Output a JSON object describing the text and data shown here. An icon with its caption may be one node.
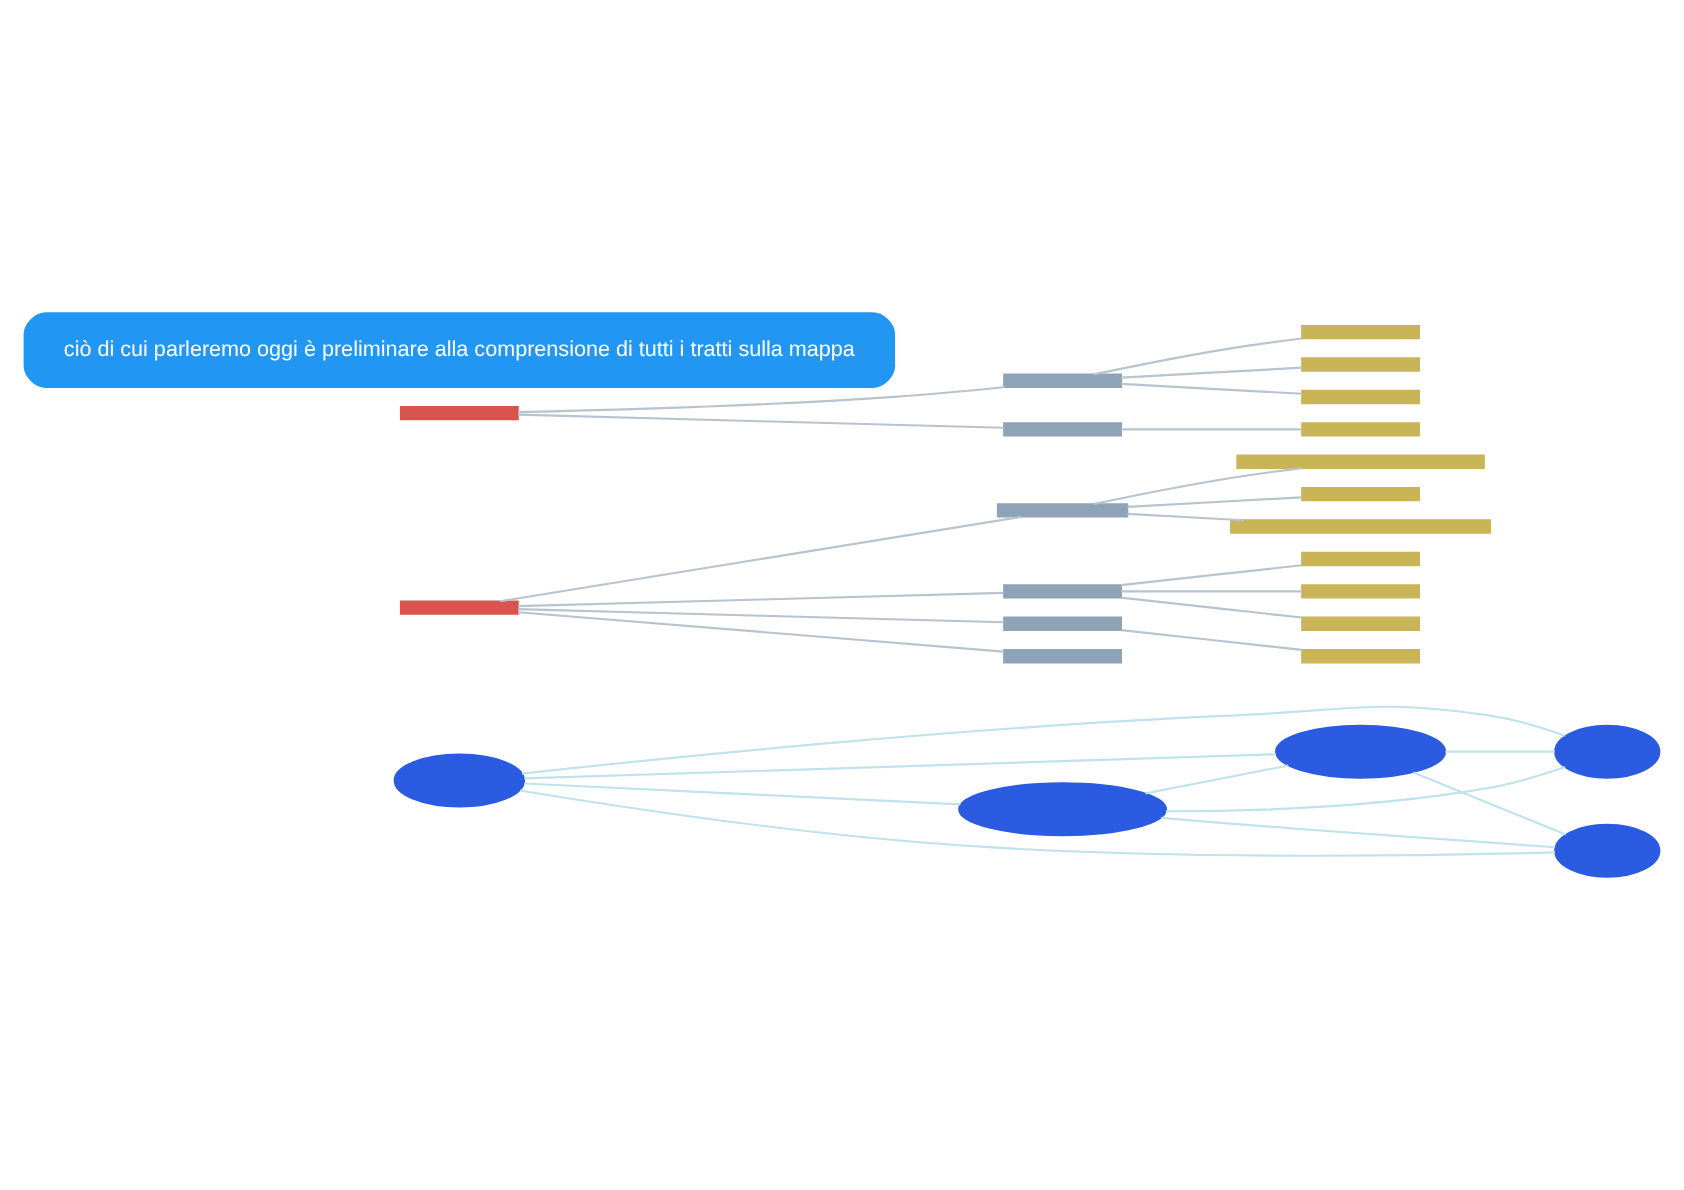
{
  "diagram": {
    "nodes": [
      {
        "text": [],
        "shape": "ellipse"
      },
      {
        "text": [],
        "shape": "ellipse"
      },
      {
        "text": [],
        "shape": "ellipse"
      },
      {
        "text": [],
        "shape": "ellipse"
      },
      {
        "text": [],
        "shape": "ellipse"
      },
      {
        "text": [],
        "shape": "bar"
      },
      {
        "text": [],
        "shape": "bar"
      },
      {
        "text": [],
        "shape": "bar"
      },
      {
        "text": [],
        "shape": "bar"
      },
      {
        "text": [],
        "shape": "bar"
      },
      {
        "text": [],
        "shape": "bar"
      },
      {
        "text": [],
        "shape": "bar"
      },
      {
        "text": [],
        "shape": "bar"
      },
      {
        "text": [],
        "shape": "bar"
      },
      {
        "text": [],
        "shape": "bar"
      },
      {
        "text": [],
        "shape": "bar"
      },
      {
        "text": [],
        "shape": "bar"
      },
      {
        "text": [],
        "shape": "bar"
      },
      {
        "text": [],
        "shape": "bar"
      },
      {
        "text": [],
        "shape": "bar"
      },
      {
        "text": [],
        "shape": "bar"
      },
      {
        "text": [],
        "shape": "bar"
      },
      {
        "text": [],
        "shape": "bar"
      },
      {
        "text": [],
        "shape": "bar"
      },
      {
        "text": [
          "ciò di cui parleremo oggi è preliminare alla comprensione di tutti i tratti sulla mappa"
        ]
      }
    ],
    "edges": [
      {
        "from": 0,
        "to": 1,
        "arrow": "none"
      },
      {
        "from": 0,
        "to": 2,
        "arrow": "none"
      },
      {
        "from": 0,
        "to": 3,
        "arrow": "none"
      },
      {
        "from": 0,
        "to": 4,
        "arrow": "none"
      },
      {
        "from": 2,
        "to": 1,
        "arrow": "none"
      },
      {
        "from": 2,
        "to": 3,
        "arrow": "none"
      },
      {
        "from": 2,
        "to": 4,
        "arrow": "none"
      },
      {
        "from": 4,
        "to": 1,
        "arrow": "none"
      },
      {
        "from": 4,
        "to": 3,
        "arrow": "none"
      },
      {
        "from": 5,
        "to": 7,
        "arrow": "none"
      },
      {
        "from": 5,
        "to": 8,
        "arrow": "none"
      },
      {
        "from": 5,
        "to": 9,
        "arrow": "none"
      },
      {
        "from": 5,
        "to": 10,
        "arrow": "none"
      },
      {
        "from": 7,
        "to": 11,
        "arrow": "none"
      },
      {
        "from": 7,
        "to": 12,
        "arrow": "none"
      },
      {
        "from": 7,
        "to": 13,
        "arrow": "none"
      },
      {
        "from": 8,
        "to": 14,
        "arrow": "none"
      },
      {
        "from": 8,
        "to": 15,
        "arrow": "none"
      },
      {
        "from": 8,
        "to": 16,
        "arrow": "none"
      },
      {
        "from": 9,
        "to": 17,
        "arrow": "none"
      },
      {
        "from": 6,
        "to": 18,
        "arrow": "none"
      },
      {
        "from": 6,
        "to": 19,
        "arrow": "none"
      },
      {
        "from": 18,
        "to": 20,
        "arrow": "none"
      },
      {
        "from": 18,
        "to": 21,
        "arrow": "none"
      },
      {
        "from": 18,
        "to": 22,
        "arrow": "none"
      },
      {
        "from": 19,
        "to": 23,
        "arrow": "none"
      }
    ]
  }
}
